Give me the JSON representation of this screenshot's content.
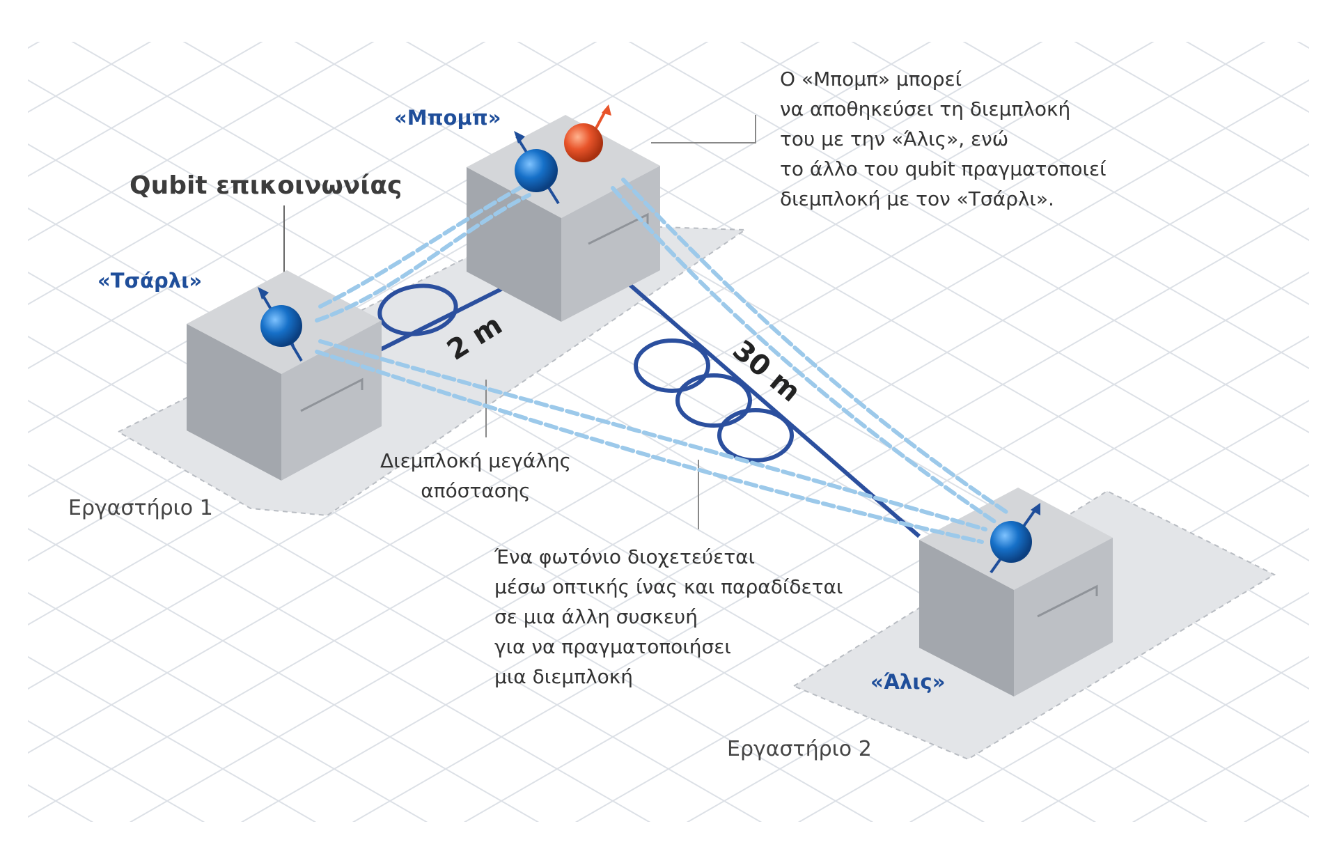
{
  "diagram": {
    "qubit_heading": "Qubit επικοινωνίας",
    "nodes": {
      "charlie": "«Τσάρλι»",
      "bob": "«Μπομπ»",
      "alice": "«Άλις»"
    },
    "labs": {
      "lab1": "Εργαστήριο 1",
      "lab2": "Εργαστήριο 2"
    },
    "distances": {
      "short": "2 m",
      "long": "30 m"
    },
    "long_distance_label": [
      "Διεμπλοκή μεγάλης",
      "απόστασης"
    ],
    "bob_note": [
      "Ο «Μπομπ» μπορεί",
      "να αποθηκεύσει τη διεμπλοκή",
      "του με την «Άλις», ενώ",
      "το άλλο του qubit πραγματοποιεί",
      "διεμπλοκή με τον «Τσάρλι»."
    ],
    "photon_note": [
      "Ένα φωτόνιο διοχετεύεται",
      "μέσω οπτικής ίνας και παραδίδεται",
      "σε μια άλλη συσκευή",
      "για να πραγματοποιήσει",
      "μια διεμπλοκή"
    ],
    "colors": {
      "name_blue": "#1f4e9a",
      "qubit_blue": "#1670c8",
      "qubit_orange": "#e8542a",
      "fiber": "#2b4f9e",
      "entangle": "#9cc9ea",
      "grid": "#d8dde3"
    }
  }
}
